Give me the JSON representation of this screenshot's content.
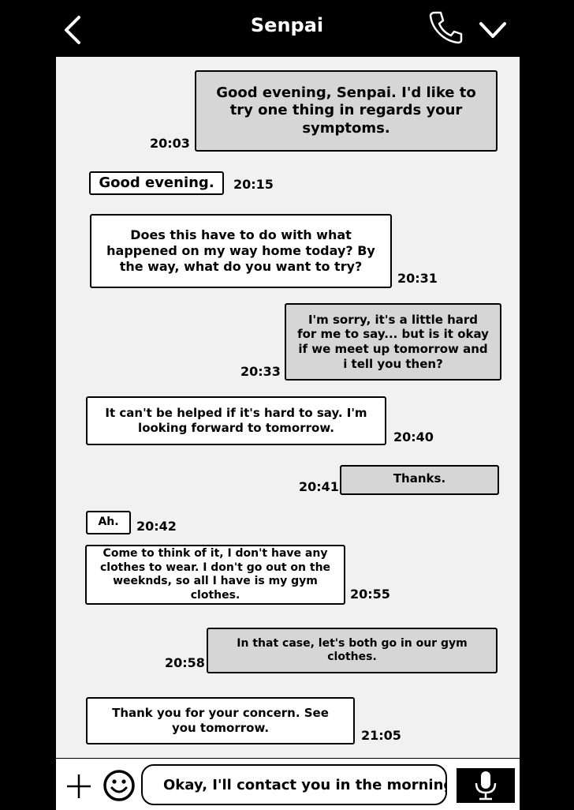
{
  "header": {
    "title": "Senpai",
    "back_icon": "chevron-left-icon",
    "call_icon": "phone-icon",
    "menu_icon": "chevron-down-icon"
  },
  "messages": [
    {
      "side": "sent",
      "text": "Good evening, Senpai. I'd like to try one thing in regards your symptoms.",
      "time": "20:03"
    },
    {
      "side": "received",
      "text": "Good evening.",
      "time": "20:15"
    },
    {
      "side": "received",
      "text": "Does this have to do with what happened on my way home today? By the way, what do you want to try?",
      "time": "20:31"
    },
    {
      "side": "sent",
      "text": "I'm sorry, it's a little hard for me to say... but is it okay if we meet up tomorrow and i tell you then?",
      "time": "20:33"
    },
    {
      "side": "received",
      "text": "It can't be helped if it's hard to say. I'm looking forward to tomorrow.",
      "time": "20:40"
    },
    {
      "side": "sent",
      "text": "Thanks.",
      "time": "20:41"
    },
    {
      "side": "received",
      "text": "Ah.",
      "time": "20:42"
    },
    {
      "side": "received",
      "text": "Come to think of it, I don't have any clothes to wear. I don't go out on the weeknds, so all I have is my gym clothes.",
      "time": "20:55"
    },
    {
      "side": "sent",
      "text": "In that case, let's both go in our gym clothes.",
      "time": "20:58"
    },
    {
      "side": "received",
      "text": "Thank you for your concern. See you tomorrow.",
      "time": "21:05"
    }
  ],
  "composer": {
    "add_icon": "plus-icon",
    "emoji_icon": "smiley-icon",
    "draft_text": "Okay, I'll contact you in the morning",
    "mic_icon": "microphone-icon"
  }
}
